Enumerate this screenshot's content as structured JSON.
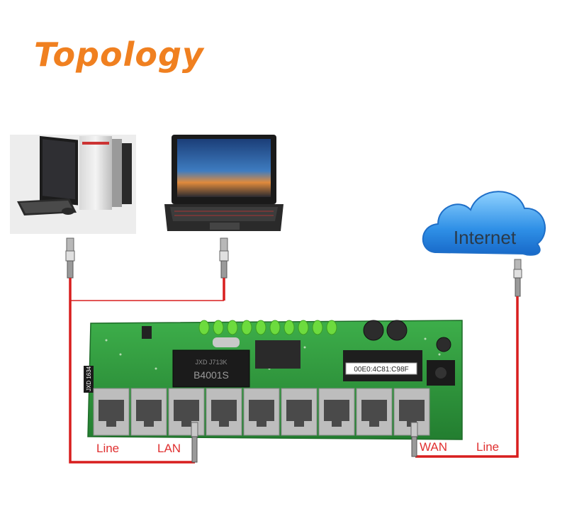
{
  "title": "Topology",
  "colors": {
    "title": "#F08020",
    "cable": "#D81E1E",
    "line": "#777777",
    "pcb": "#2E9A3C",
    "led": "#6DDB3E",
    "cloud": "#3A9CEB",
    "label_red": "#E03030"
  },
  "devices": {
    "desktop": {
      "icon": "desktop-computer-icon"
    },
    "laptop": {
      "icon": "laptop-icon"
    },
    "cloud": {
      "icon": "cloud-icon",
      "label": "Internet"
    }
  },
  "board": {
    "chip_text": "B4001S",
    "chip_subtext": "JXD  J713K",
    "mac_label": "00E0:4C81:C98F",
    "side_text": "JXD 1634",
    "port_count": 9
  },
  "labels": {
    "left_line": "Line",
    "lan": "LAN",
    "wan": "WAN",
    "right_line": "Line"
  }
}
